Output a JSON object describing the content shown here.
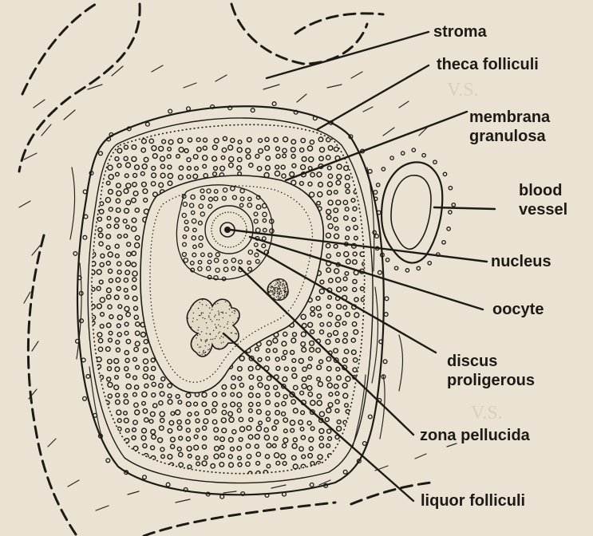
{
  "diagram": {
    "labels": {
      "stroma": "stroma",
      "theca_folliculi": "theca folliculi",
      "membrana_granulosa": "membrana\ngranulosa",
      "blood_vessel": "blood\nvessel",
      "nucleus": "nucleus",
      "oocyte": "oocyte",
      "discus_proligerous": "discus\nproligerous",
      "zona_pellucida": "zona pellucida",
      "liquor_folliculi": "liquor folliculi"
    },
    "colors": {
      "paper": "#eae3d3",
      "ink": "#1d1a16",
      "bleed_through": "#d9cfbb"
    }
  }
}
